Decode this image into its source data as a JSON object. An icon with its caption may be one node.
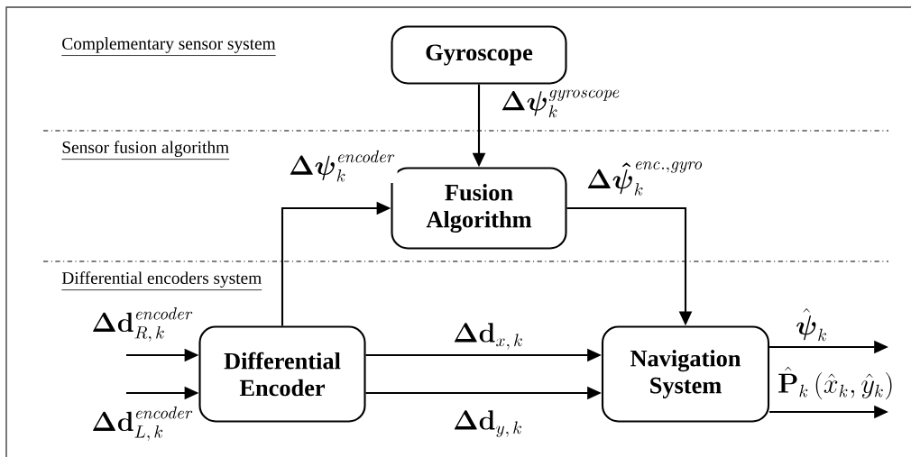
{
  "diagram": {
    "nodes": [
      {
        "text": [
          "Gyroscope"
        ]
      },
      {
        "text": [
          "Fusion Algorithm"
        ]
      },
      {
        "text": [
          "Differential Encoder"
        ]
      },
      {
        "text": [
          "Navigation System"
        ]
      }
    ],
    "edges": [
      {
        "from": 0,
        "to": 1,
        "arrow": "to",
        "label": "\\boldsymbol{\\Delta\\psi}_{k}^{\\mathit{gyroscope}}"
      },
      {
        "from": 2,
        "to": 1,
        "arrow": "to",
        "label": "\\boldsymbol{\\Delta\\psi}_{k}^{\\mathit{encoder}}"
      },
      {
        "from": 1,
        "to": 3,
        "arrow": "to",
        "label": "\\boldsymbol{\\Delta\\hat{\\psi}}_{k}^{\\mathit{enc.,gyro}}"
      },
      {
        "from": 2,
        "to": 3,
        "arrow": "to",
        "label": "\\mathbf{\\Delta d}_{x,\\,k}"
      },
      {
        "from": 2,
        "to": 3,
        "arrow": "to",
        "label": "\\mathbf{\\Delta d}_{y,\\,k}"
      },
      {
        "from": null,
        "to": 2,
        "arrow": "to",
        "label": "\\mathbf{\\Delta d}_{R,\\,k}^{\\mathit{encoder}}"
      },
      {
        "from": null,
        "to": 2,
        "arrow": "to",
        "label": "\\mathbf{\\Delta d}_{L,\\,k}^{\\mathit{encoder}}"
      },
      {
        "from": 3,
        "to": null,
        "arrow": "to",
        "label": "\\hat{\\boldsymbol{\\psi}}_{k}"
      },
      {
        "from": 3,
        "to": null,
        "arrow": "to",
        "label": "\\hat{\\mathbf{P}}_{k}\\left(\\hat{x}_{k},\\hat{y}_{k}\\right)"
      }
    ],
    "labels": [
      "Complementary sensor system",
      "Sensor fusion algorithm",
      "Differential encoders system"
    ]
  }
}
